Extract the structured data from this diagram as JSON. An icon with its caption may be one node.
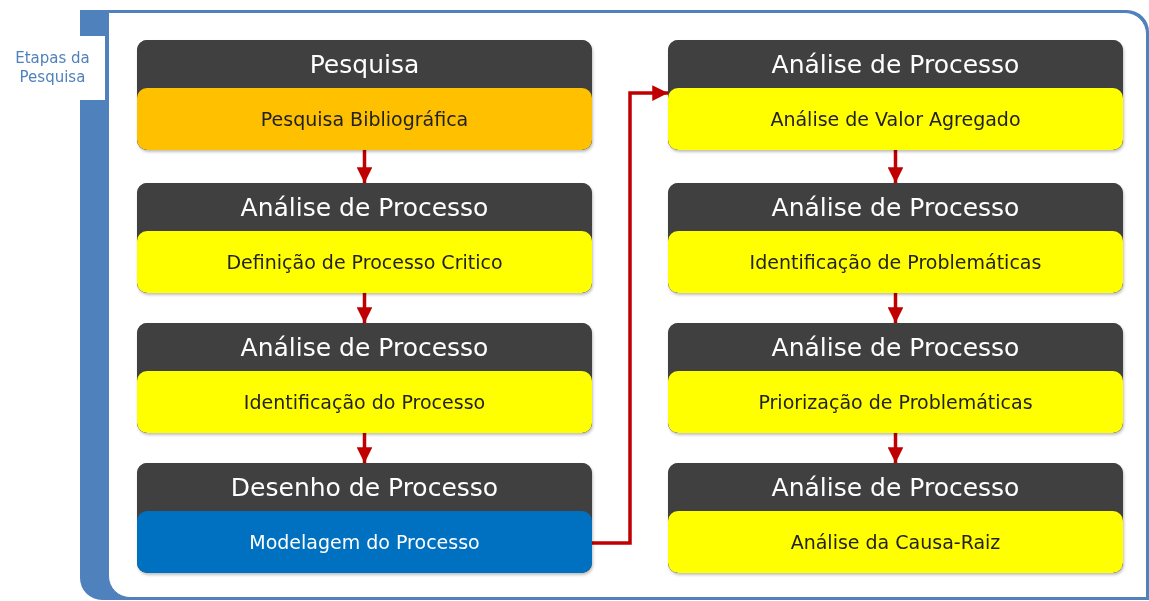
{
  "diagram": {
    "nodes": [
      {
        "text": [
          "Etapas da Pesquisa"
        ]
      },
      {
        "text": [
          "Pesquisa",
          "Pesquisa Bibliográfica"
        ],
        "in": 0
      },
      {
        "text": [
          "Análise de Processo",
          "Definição de Processo Critico"
        ],
        "in": 0
      },
      {
        "text": [
          "Análise de Processo",
          "Identificação do Processo"
        ],
        "in": 0
      },
      {
        "text": [
          "Desenho de Processo",
          "Modelagem do Processo"
        ],
        "in": 0
      },
      {
        "text": [
          "Análise de Processo",
          "Análise de Valor Agregado"
        ],
        "in": 0
      },
      {
        "text": [
          "Análise de Processo",
          "Identificação de Problemáticas"
        ],
        "in": 0
      },
      {
        "text": [
          "Análise de Processo",
          "Priorização de Problemáticas"
        ],
        "in": 0
      },
      {
        "text": [
          "Análise de Processo",
          "Análise da Causa-Raiz"
        ],
        "in": 0
      }
    ],
    "edges": [
      {
        "from": 1,
        "to": 2,
        "arrow": "to"
      },
      {
        "from": 2,
        "to": 3,
        "arrow": "to"
      },
      {
        "from": 3,
        "to": 4,
        "arrow": "to"
      },
      {
        "from": 4,
        "to": 5,
        "arrow": "to"
      },
      {
        "from": 5,
        "to": 6,
        "arrow": "to"
      },
      {
        "from": 6,
        "to": 7,
        "arrow": "to"
      },
      {
        "from": 7,
        "to": 8,
        "arrow": "to"
      }
    ]
  }
}
